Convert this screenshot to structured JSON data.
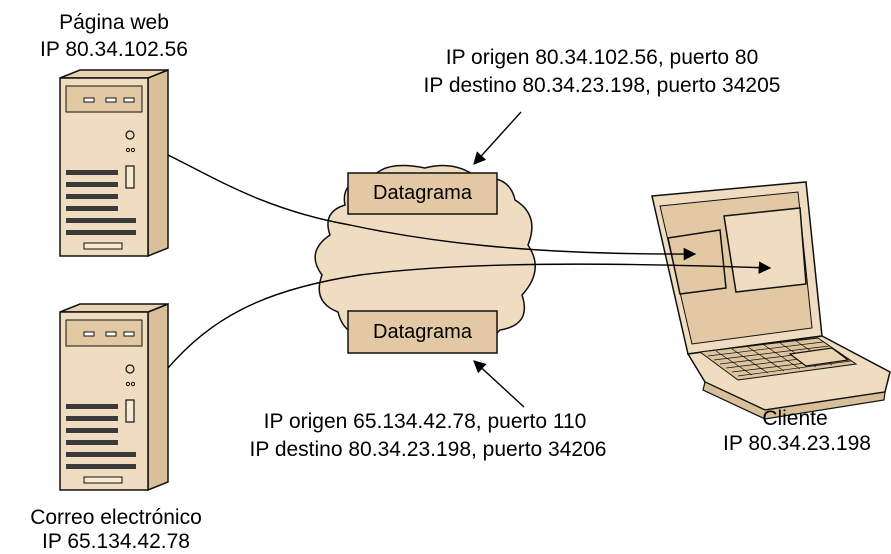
{
  "web_server": {
    "name": "Página web",
    "ip": "IP 80.34.102.56"
  },
  "mail_server": {
    "name": "Correo electrónico",
    "ip": "IP 65.134.42.78"
  },
  "client": {
    "name": "Cliente",
    "ip": "IP 80.34.23.198"
  },
  "datagram_top": {
    "label": "Datagrama",
    "line1": "IP origen 80.34.102.56, puerto 80",
    "line2": "IP destino 80.34.23.198, puerto 34205"
  },
  "datagram_bottom": {
    "label": "Datagrama",
    "line1": "IP origen 65.134.42.78, puerto 110",
    "line2": "IP destino 80.34.23.198, puerto 34206"
  },
  "colors": {
    "beige": "#f0dcc0",
    "beige_dark": "#e2c9a4",
    "outline": "#111111"
  }
}
